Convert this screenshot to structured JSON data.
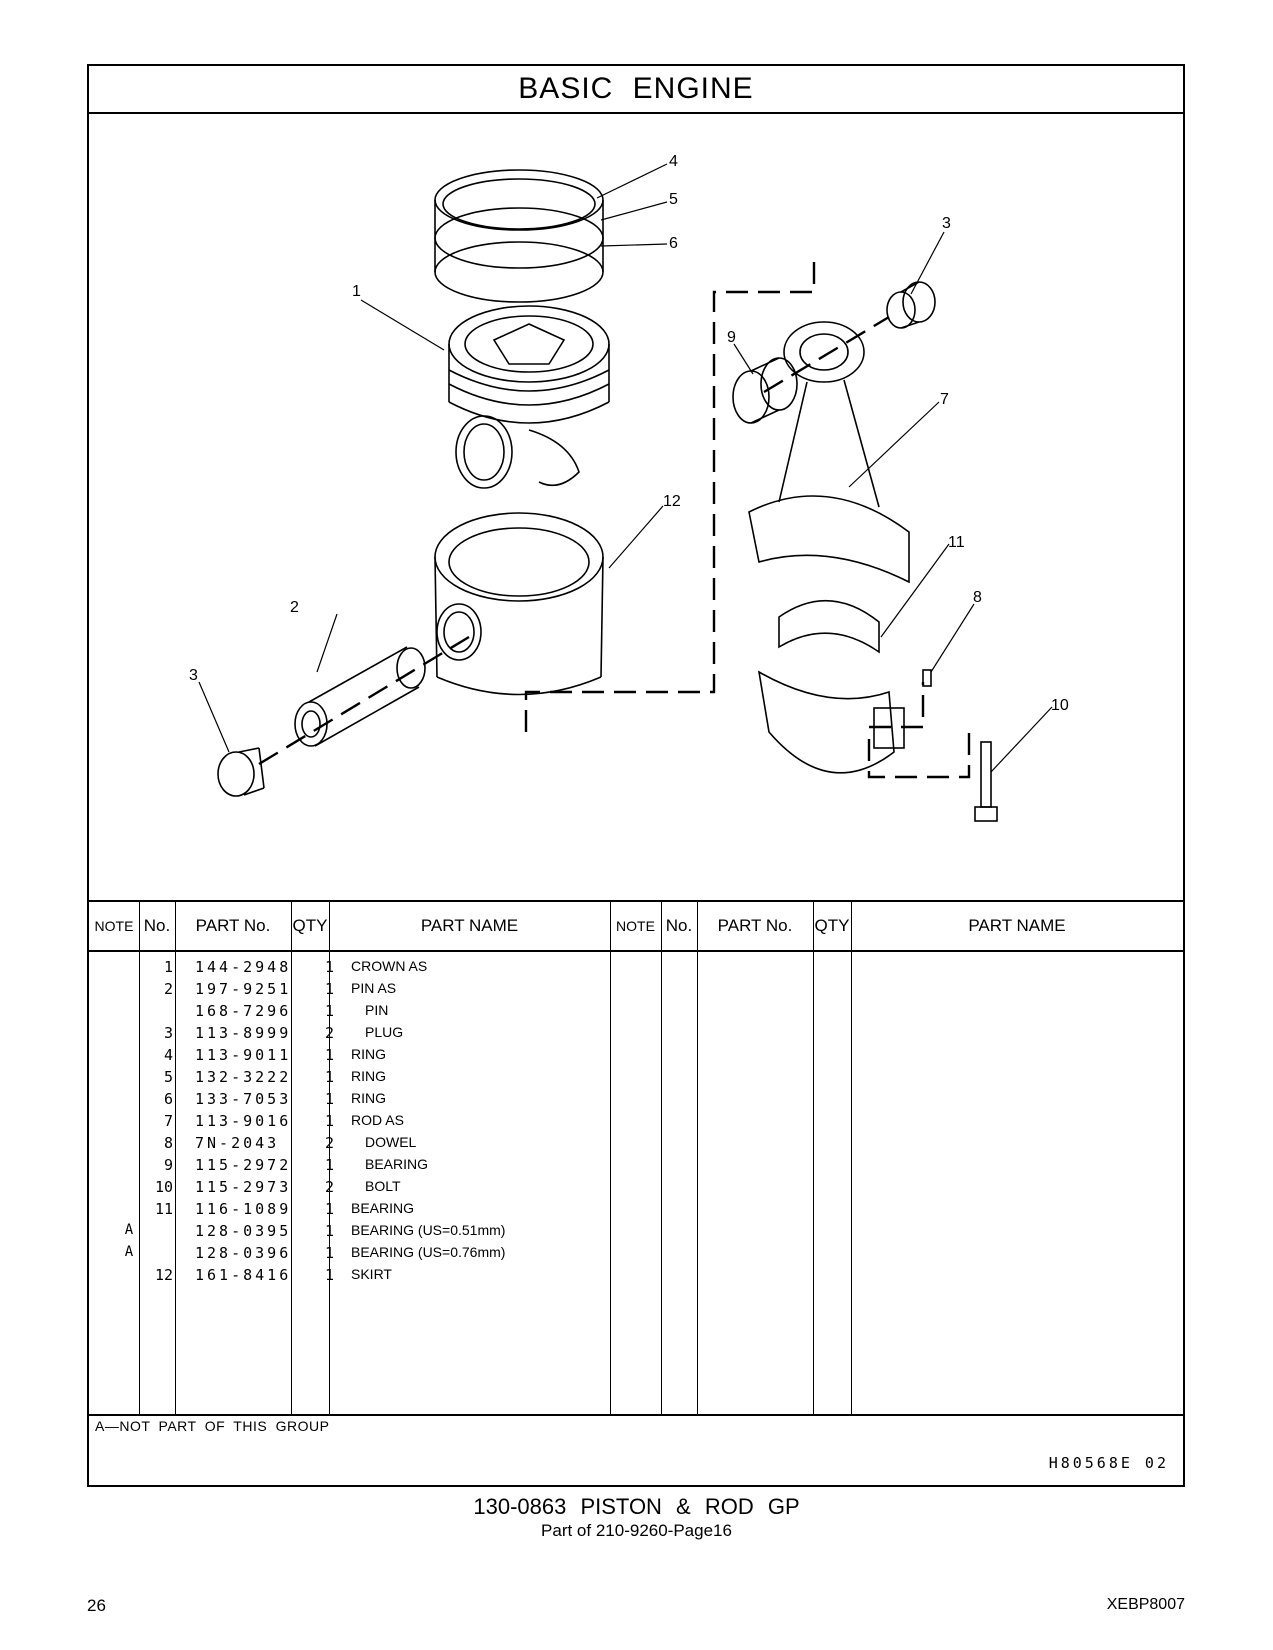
{
  "header": {
    "title": "BASIC ENGINE"
  },
  "diagram": {
    "callouts": [
      "1",
      "2",
      "3",
      "3",
      "4",
      "5",
      "6",
      "7",
      "8",
      "9",
      "10",
      "11",
      "12"
    ]
  },
  "table": {
    "headers": {
      "note": "NOTE",
      "no": "No.",
      "part_no": "PART No.",
      "qty": "QTY",
      "part_name": "PART NAME"
    },
    "rows": [
      {
        "note": "",
        "no": "1",
        "part_no": "144-2948",
        "qty": "1",
        "name": "CROWN AS",
        "indent": false
      },
      {
        "note": "",
        "no": "2",
        "part_no": "197-9251",
        "qty": "1",
        "name": "PIN AS",
        "indent": false
      },
      {
        "note": "",
        "no": "",
        "part_no": "168-7296",
        "qty": "1",
        "name": "PIN",
        "indent": true
      },
      {
        "note": "",
        "no": "3",
        "part_no": "113-8999",
        "qty": "2",
        "name": "PLUG",
        "indent": true
      },
      {
        "note": "",
        "no": "4",
        "part_no": "113-9011",
        "qty": "1",
        "name": "RING",
        "indent": false
      },
      {
        "note": "",
        "no": "5",
        "part_no": "132-3222",
        "qty": "1",
        "name": "RING",
        "indent": false
      },
      {
        "note": "",
        "no": "6",
        "part_no": "133-7053",
        "qty": "1",
        "name": "RING",
        "indent": false
      },
      {
        "note": "",
        "no": "7",
        "part_no": "113-9016",
        "qty": "1",
        "name": "ROD AS",
        "indent": false
      },
      {
        "note": "",
        "no": "8",
        "part_no": "7N-2043",
        "qty": "2",
        "name": "DOWEL",
        "indent": true
      },
      {
        "note": "",
        "no": "9",
        "part_no": "115-2972",
        "qty": "1",
        "name": "BEARING",
        "indent": true
      },
      {
        "note": "",
        "no": "10",
        "part_no": "115-2973",
        "qty": "2",
        "name": "BOLT",
        "indent": true
      },
      {
        "note": "",
        "no": "11",
        "part_no": "116-1089",
        "qty": "1",
        "name": "BEARING",
        "indent": false
      },
      {
        "note": "A",
        "no": "",
        "part_no": "128-0395",
        "qty": "1",
        "name": "BEARING (US=0.51mm)",
        "indent": false
      },
      {
        "note": "A",
        "no": "",
        "part_no": "128-0396",
        "qty": "1",
        "name": "BEARING (US=0.76mm)",
        "indent": false
      },
      {
        "note": "",
        "no": "12",
        "part_no": "161-8416",
        "qty": "1",
        "name": "SKIRT",
        "indent": false
      }
    ]
  },
  "footnote": "A—NOT PART OF THIS GROUP",
  "drawing_number": "H80568E  02",
  "group": {
    "title": "130-0863 PISTON & ROD GP",
    "subtitle": "Part of 210-9260-Page16"
  },
  "page": {
    "number": "26",
    "doc_code": "XEBP8007"
  }
}
